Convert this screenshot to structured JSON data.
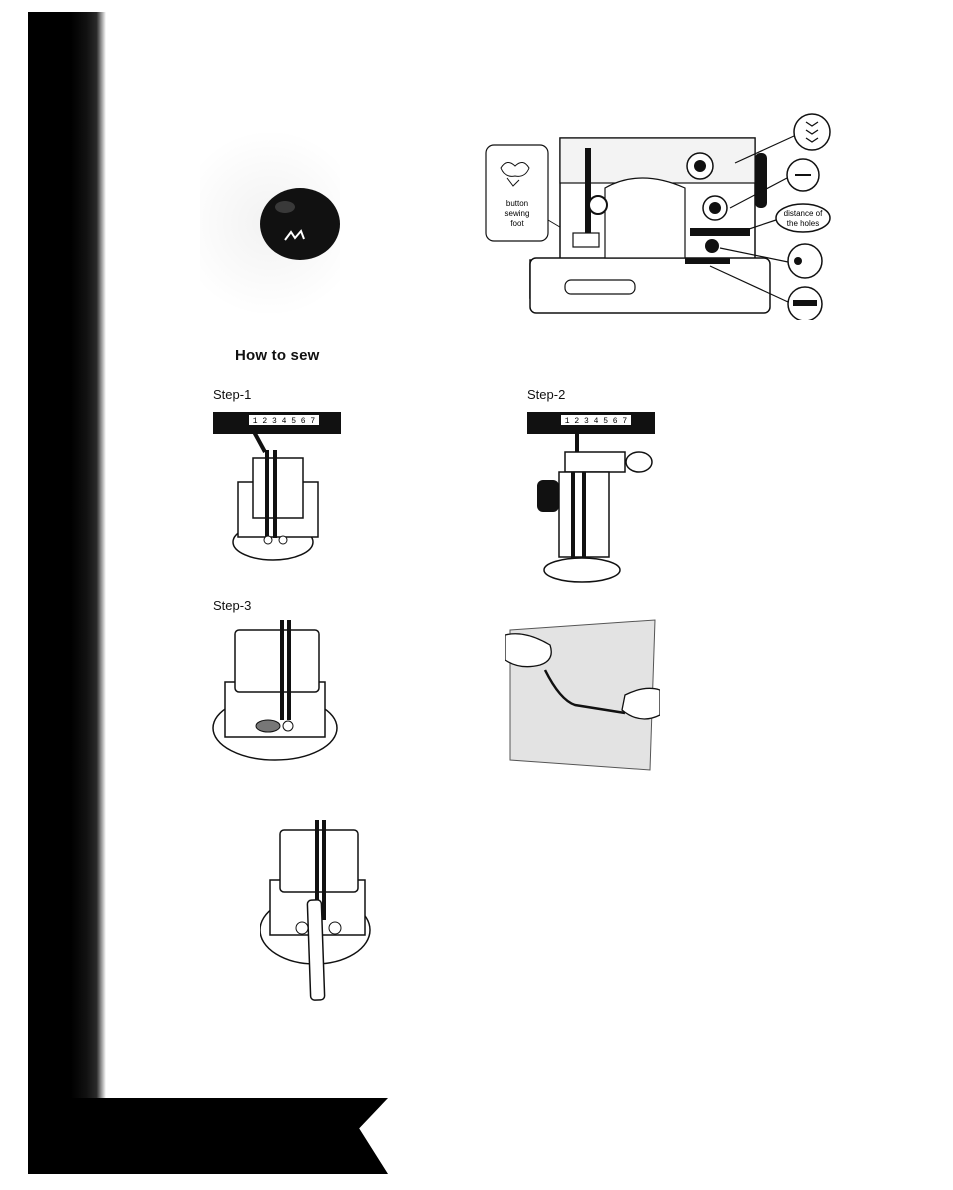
{
  "page": {
    "title": "How to sew"
  },
  "machine_figure": {
    "foot_label_line1": "button",
    "foot_label_line2": "sewing",
    "foot_label_line3": "foot",
    "distance_label_line1": "distance of",
    "distance_label_line2": "the holes"
  },
  "steps": [
    {
      "label": "Step-1"
    },
    {
      "label": "Step-2"
    },
    {
      "label": "Step-3"
    }
  ],
  "stitch_width_scale": "1 2 3 4 5 6 7",
  "colors": {
    "ink": "#111111",
    "paper": "#ffffff"
  }
}
